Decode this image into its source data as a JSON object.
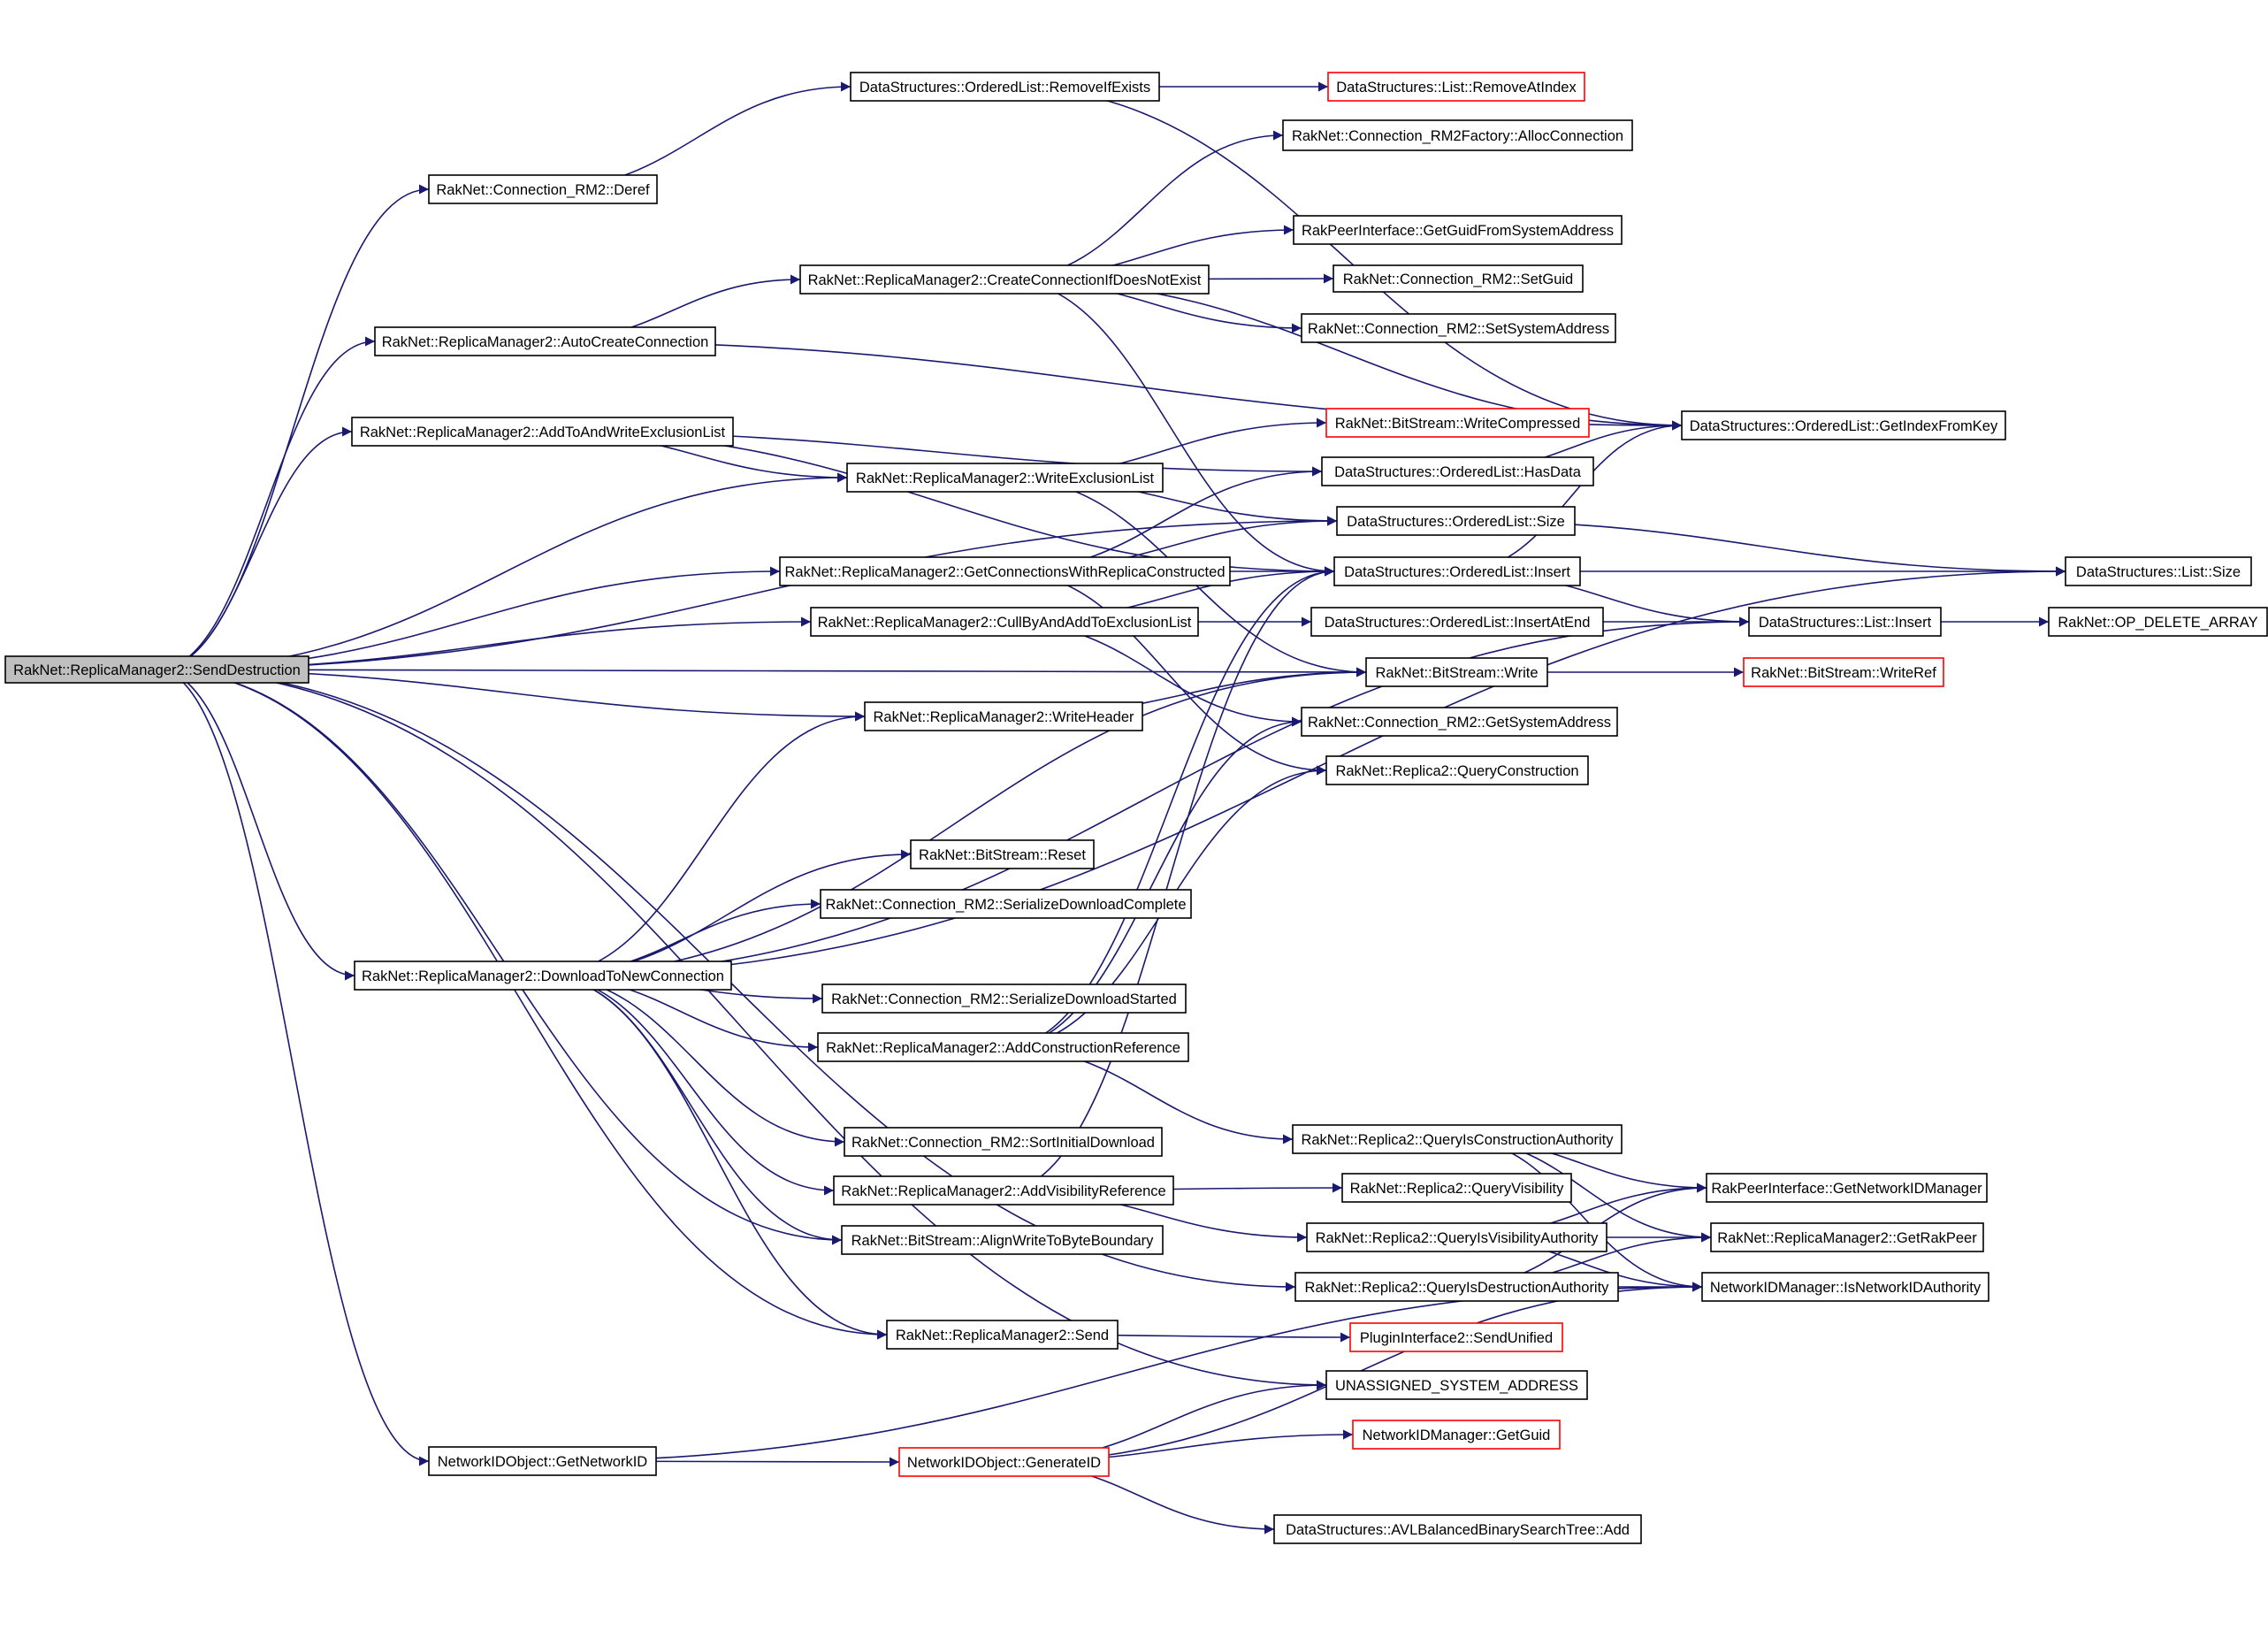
{
  "colors": {
    "edge": "#191970",
    "node_border": "#000000",
    "node_border_external": "#ff0000",
    "root_fill": "#bfbfbf"
  },
  "nodes": [
    {
      "id": "n0",
      "label": "RakNet::ReplicaManager2::SendDestruction",
      "root": true
    },
    {
      "id": "n1",
      "label": "DataStructures::OrderedList::RemoveIfExists"
    },
    {
      "id": "n2",
      "label": "DataStructures::List::RemoveAtIndex",
      "external": true
    },
    {
      "id": "n3",
      "label": "RakNet::Connection_RM2Factory::AllocConnection"
    },
    {
      "id": "n4",
      "label": "RakNet::Connection_RM2::Deref"
    },
    {
      "id": "n5",
      "label": "RakPeerInterface::GetGuidFromSystemAddress"
    },
    {
      "id": "n6",
      "label": "RakNet::ReplicaManager2::CreateConnectionIfDoesNotExist"
    },
    {
      "id": "n7",
      "label": "RakNet::Connection_RM2::SetGuid"
    },
    {
      "id": "n8",
      "label": "RakNet::ReplicaManager2::AutoCreateConnection"
    },
    {
      "id": "n9",
      "label": "RakNet::Connection_RM2::SetSystemAddress"
    },
    {
      "id": "n10",
      "label": "RakNet::BitStream::WriteCompressed",
      "external": true
    },
    {
      "id": "n11",
      "label": "DataStructures::OrderedList::GetIndexFromKey"
    },
    {
      "id": "n12",
      "label": "RakNet::ReplicaManager2::AddToAndWriteExclusionList"
    },
    {
      "id": "n13",
      "label": "DataStructures::OrderedList::HasData"
    },
    {
      "id": "n14",
      "label": "RakNet::ReplicaManager2::WriteExclusionList"
    },
    {
      "id": "n15",
      "label": "DataStructures::OrderedList::Size"
    },
    {
      "id": "n16",
      "label": "RakNet::ReplicaManager2::GetConnectionsWithReplicaConstructed"
    },
    {
      "id": "n17",
      "label": "DataStructures::OrderedList::Insert"
    },
    {
      "id": "n18",
      "label": "DataStructures::List::Size"
    },
    {
      "id": "n19",
      "label": "RakNet::ReplicaManager2::CullByAndAddToExclusionList"
    },
    {
      "id": "n20",
      "label": "DataStructures::OrderedList::InsertAtEnd"
    },
    {
      "id": "n21",
      "label": "DataStructures::List::Insert"
    },
    {
      "id": "n22",
      "label": "RakNet::OP_DELETE_ARRAY"
    },
    {
      "id": "n23",
      "label": "RakNet::BitStream::Write"
    },
    {
      "id": "n24",
      "label": "RakNet::BitStream::WriteRef",
      "external": true
    },
    {
      "id": "n25",
      "label": "RakNet::ReplicaManager2::WriteHeader"
    },
    {
      "id": "n26",
      "label": "RakNet::Connection_RM2::GetSystemAddress"
    },
    {
      "id": "n27",
      "label": "RakNet::Replica2::QueryConstruction"
    },
    {
      "id": "n28",
      "label": "RakNet::BitStream::Reset"
    },
    {
      "id": "n29",
      "label": "RakNet::Connection_RM2::SerializeDownloadComplete"
    },
    {
      "id": "n30",
      "label": "RakNet::ReplicaManager2::DownloadToNewConnection"
    },
    {
      "id": "n31",
      "label": "RakNet::Connection_RM2::SerializeDownloadStarted"
    },
    {
      "id": "n32",
      "label": "RakNet::ReplicaManager2::AddConstructionReference"
    },
    {
      "id": "n33",
      "label": "RakNet::Replica2::QueryIsConstructionAuthority"
    },
    {
      "id": "n34",
      "label": "RakNet::Connection_RM2::SortInitialDownload"
    },
    {
      "id": "n35",
      "label": "RakNet::ReplicaManager2::AddVisibilityReference"
    },
    {
      "id": "n36",
      "label": "RakNet::Replica2::QueryVisibility"
    },
    {
      "id": "n37",
      "label": "RakPeerInterface::GetNetworkIDManager"
    },
    {
      "id": "n38",
      "label": "RakNet::BitStream::AlignWriteToByteBoundary"
    },
    {
      "id": "n39",
      "label": "RakNet::Replica2::QueryIsVisibilityAuthority"
    },
    {
      "id": "n40",
      "label": "RakNet::ReplicaManager2::GetRakPeer"
    },
    {
      "id": "n41",
      "label": "RakNet::Replica2::QueryIsDestructionAuthority"
    },
    {
      "id": "n42",
      "label": "NetworkIDManager::IsNetworkIDAuthority"
    },
    {
      "id": "n43",
      "label": "RakNet::ReplicaManager2::Send"
    },
    {
      "id": "n44",
      "label": "PluginInterface2::SendUnified",
      "external": true
    },
    {
      "id": "n45",
      "label": "UNASSIGNED_SYSTEM_ADDRESS"
    },
    {
      "id": "n46",
      "label": "NetworkIDManager::GetGuid",
      "external": true
    },
    {
      "id": "n47",
      "label": "NetworkIDObject::GetNetworkID"
    },
    {
      "id": "n48",
      "label": "NetworkIDObject::GenerateID",
      "external": true
    },
    {
      "id": "n49",
      "label": "DataStructures::AVLBalancedBinarySearchTree::Add"
    }
  ],
  "edges": [
    [
      "n0",
      "n4"
    ],
    [
      "n0",
      "n8"
    ],
    [
      "n0",
      "n12"
    ],
    [
      "n0",
      "n14"
    ],
    [
      "n0",
      "n15"
    ],
    [
      "n0",
      "n16"
    ],
    [
      "n0",
      "n19"
    ],
    [
      "n0",
      "n23"
    ],
    [
      "n0",
      "n25"
    ],
    [
      "n0",
      "n30"
    ],
    [
      "n0",
      "n38"
    ],
    [
      "n0",
      "n41"
    ],
    [
      "n0",
      "n43"
    ],
    [
      "n0",
      "n45"
    ],
    [
      "n0",
      "n47"
    ],
    [
      "n4",
      "n1"
    ],
    [
      "n1",
      "n2"
    ],
    [
      "n1",
      "n11"
    ],
    [
      "n8",
      "n6"
    ],
    [
      "n8",
      "n11"
    ],
    [
      "n6",
      "n3"
    ],
    [
      "n6",
      "n5"
    ],
    [
      "n6",
      "n7"
    ],
    [
      "n6",
      "n9"
    ],
    [
      "n6",
      "n11"
    ],
    [
      "n6",
      "n17"
    ],
    [
      "n12",
      "n13"
    ],
    [
      "n12",
      "n14"
    ],
    [
      "n12",
      "n17"
    ],
    [
      "n14",
      "n10"
    ],
    [
      "n14",
      "n15"
    ],
    [
      "n14",
      "n23"
    ],
    [
      "n16",
      "n15"
    ],
    [
      "n16",
      "n13"
    ],
    [
      "n16",
      "n17"
    ],
    [
      "n16",
      "n27"
    ],
    [
      "n19",
      "n17"
    ],
    [
      "n19",
      "n20"
    ],
    [
      "n19",
      "n26"
    ],
    [
      "n13",
      "n11"
    ],
    [
      "n15",
      "n18"
    ],
    [
      "n17",
      "n11"
    ],
    [
      "n17",
      "n18"
    ],
    [
      "n17",
      "n21"
    ],
    [
      "n20",
      "n21"
    ],
    [
      "n21",
      "n22"
    ],
    [
      "n23",
      "n24"
    ],
    [
      "n25",
      "n23"
    ],
    [
      "n30",
      "n25"
    ],
    [
      "n30",
      "n28"
    ],
    [
      "n30",
      "n29"
    ],
    [
      "n30",
      "n31"
    ],
    [
      "n30",
      "n32"
    ],
    [
      "n30",
      "n34"
    ],
    [
      "n30",
      "n35"
    ],
    [
      "n30",
      "n38"
    ],
    [
      "n30",
      "n43"
    ],
    [
      "n30",
      "n23"
    ],
    [
      "n30",
      "n18"
    ],
    [
      "n30",
      "n21"
    ],
    [
      "n32",
      "n17"
    ],
    [
      "n32",
      "n27"
    ],
    [
      "n32",
      "n33"
    ],
    [
      "n32",
      "n26"
    ],
    [
      "n35",
      "n17"
    ],
    [
      "n35",
      "n36"
    ],
    [
      "n35",
      "n39"
    ],
    [
      "n33",
      "n37"
    ],
    [
      "n33",
      "n40"
    ],
    [
      "n33",
      "n42"
    ],
    [
      "n39",
      "n37"
    ],
    [
      "n39",
      "n40"
    ],
    [
      "n39",
      "n42"
    ],
    [
      "n41",
      "n37"
    ],
    [
      "n41",
      "n40"
    ],
    [
      "n41",
      "n42"
    ],
    [
      "n43",
      "n44"
    ],
    [
      "n47",
      "n48"
    ],
    [
      "n47",
      "n42"
    ],
    [
      "n48",
      "n45"
    ],
    [
      "n48",
      "n46"
    ],
    [
      "n48",
      "n49"
    ],
    [
      "n48",
      "n42"
    ]
  ]
}
